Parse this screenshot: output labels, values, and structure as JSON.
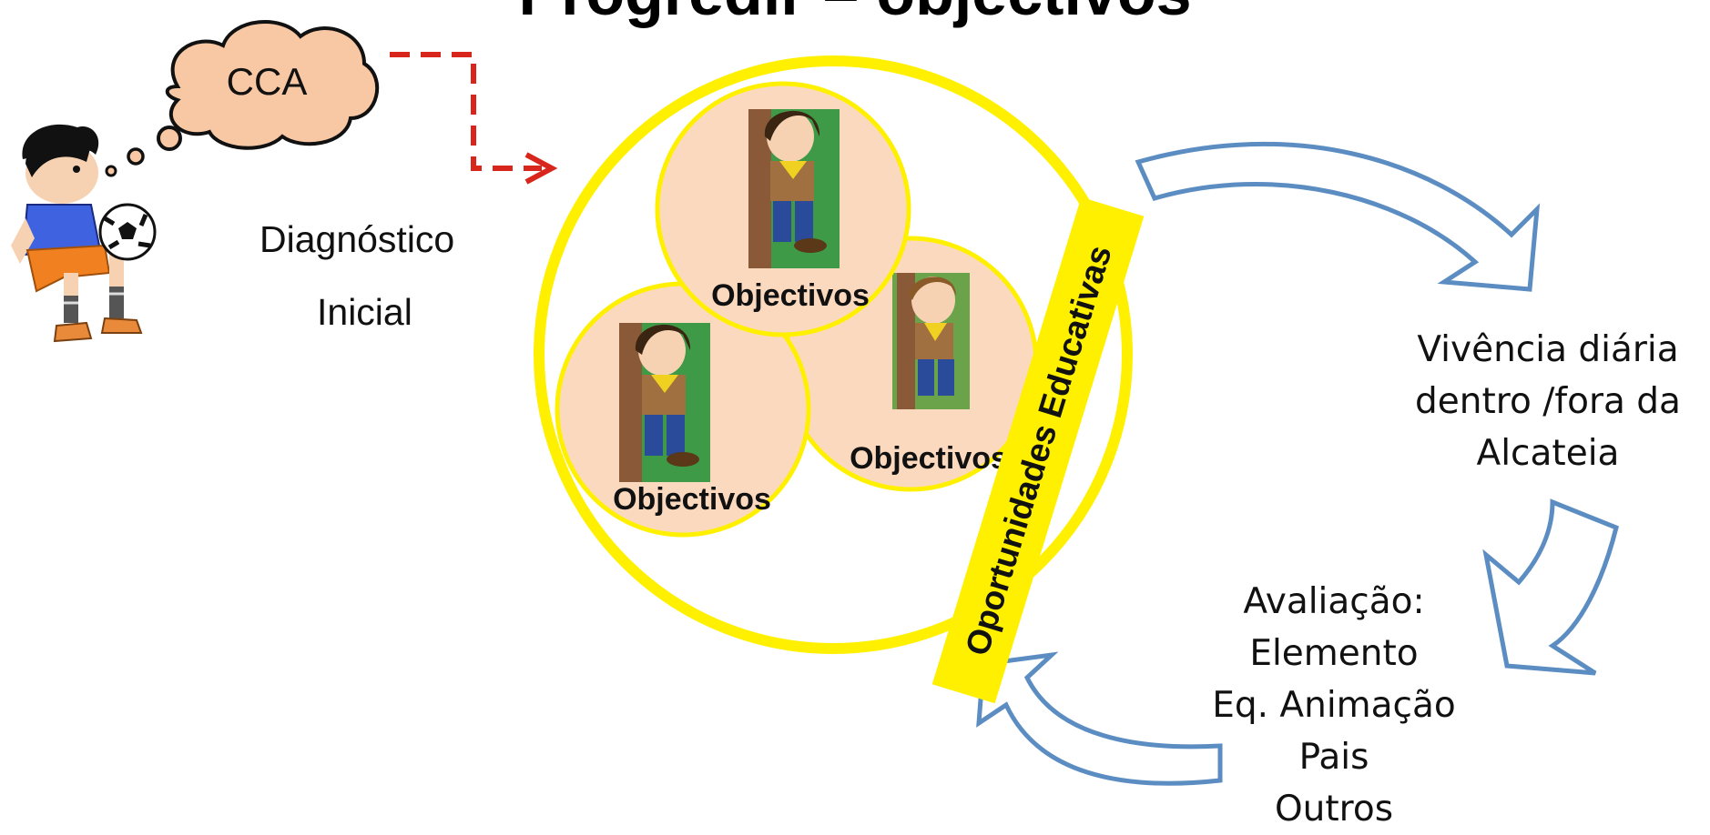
{
  "title": "Progredir – objectivos",
  "thought_bubble": {
    "label": "CCA"
  },
  "diagnostic": {
    "line1": "Diagnóstico",
    "line2": "Inicial"
  },
  "circles": [
    {
      "label": "Objectivos"
    },
    {
      "label": "Objectivos"
    },
    {
      "label": "Objectivos"
    }
  ],
  "band": {
    "label": "Oportunidades Educativas"
  },
  "daily": {
    "lines": [
      "Vivência diária",
      "dentro /fora da",
      "Alcateia"
    ]
  },
  "evaluation": {
    "lines": [
      "Avaliação:",
      "Elemento",
      "Eq. Animação",
      "Pais",
      "Outros"
    ]
  },
  "colors": {
    "yellow": "#FFF000",
    "peach": "#FBD9BE",
    "arrow_blue": "#5B8DC2",
    "dashed_red": "#D9261C",
    "cloud_fill": "#F8C8A4"
  },
  "icons": [
    "boy-with-ball-icon",
    "scout-child-icon"
  ]
}
